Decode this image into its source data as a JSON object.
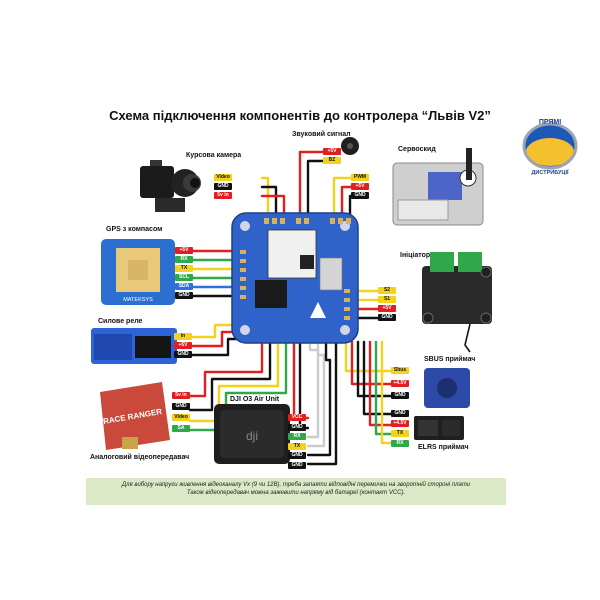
{
  "title": "Схема підключення компонентів до контролера “Львів V2”",
  "components": {
    "camera": "Курсова камера",
    "buzzer": "Звуковий сигнал",
    "servo": "Сервоскид",
    "gps": "GPS з компасом",
    "initiator": "Ініціатор",
    "relay": "Силове реле",
    "sbus": "SBUS приймач",
    "vtx": "Аналоговий відеопередавач",
    "dji": "DJI O3 Air Unit",
    "elrs": "ELRS приймач"
  },
  "gps_text": "MATEKSYS",
  "vtx_text": "RACE RANGER",
  "camera_pins": [
    "Video",
    "GND",
    "5v in"
  ],
  "buzzer_pins": [
    "+5V",
    "BZ"
  ],
  "servo_pins": [
    "PWM",
    "+5V",
    "GND"
  ],
  "gps_pins": [
    "+5V",
    "RX",
    "TX",
    "SCL",
    "SDA",
    "GND"
  ],
  "initiator_pins": [
    "S2",
    "S1",
    "+5V",
    "GND"
  ],
  "relay_pins": [
    "In",
    "+5V",
    "GND"
  ],
  "sbus_pins": [
    "Sbus",
    "+4.5V",
    "GND"
  ],
  "vtx_pins": [
    "5v in",
    "GND",
    "Video",
    "SA"
  ],
  "dji_pins": [
    "VCC",
    "GND",
    "RX",
    "TX",
    "GND",
    "GND"
  ],
  "elrs_pins": [
    "GND",
    "+4.5V",
    "TX",
    "RX"
  ],
  "note": {
    "line1": "Для вибору напруги живлення відеоканалу Vx (9 чи 12В), треба запаяти відповідні перемички на зворотній стороні плати",
    "line2": "Також відеопередавач можна зажевити напряму від батареї (контакт VCC)."
  },
  "logo": {
    "top": "ПРЯМІ",
    "bottom": "ДИСТРИБУЦІЇ"
  },
  "colors": {
    "board": "#2f63c9",
    "red": "#e02020",
    "yellow": "#f2d21a",
    "black": "#111111",
    "white": "#ffffff",
    "green": "#2fa84a",
    "blue": "#2f6fe0",
    "orange": "#f08a1a",
    "purple": "#9b2fc9"
  }
}
